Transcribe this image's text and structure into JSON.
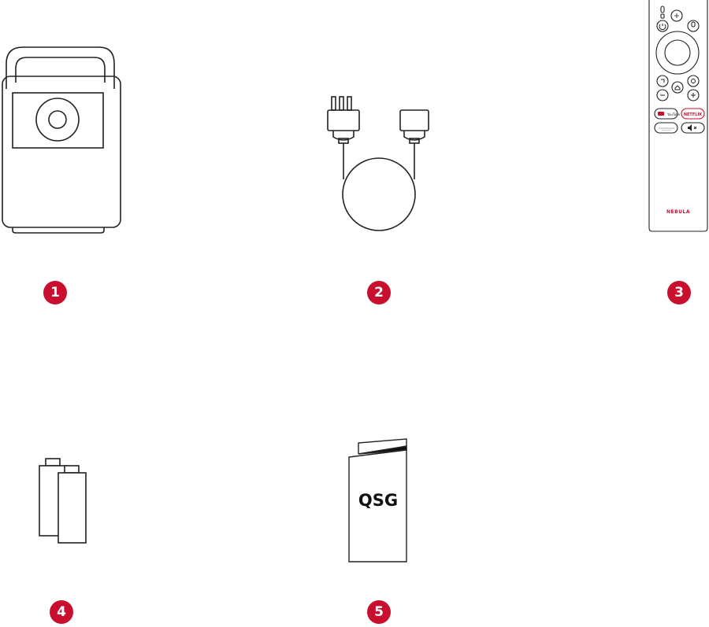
{
  "colors": {
    "line": "#222222",
    "badge": "#c8102e",
    "brand": "#c8102e"
  },
  "items": [
    {
      "id": "projector",
      "number": "1",
      "icon": "projector-icon"
    },
    {
      "id": "power-cable",
      "number": "2",
      "icon": "power-cable-icon"
    },
    {
      "id": "remote",
      "number": "3",
      "icon": "remote-control-icon",
      "labels": {
        "youtube": "YouTube",
        "netflix": "NETFLIX",
        "brand": "NEBULA"
      }
    },
    {
      "id": "batteries",
      "number": "4",
      "icon": "batteries-icon"
    },
    {
      "id": "qsg",
      "number": "5",
      "icon": "quick-start-guide-icon",
      "label": "QSG"
    }
  ]
}
